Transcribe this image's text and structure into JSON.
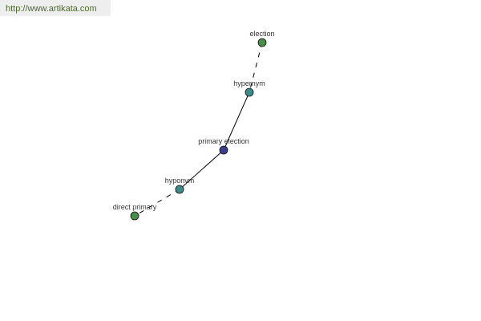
{
  "watermark": "http://www.artikata.com",
  "nodes": [
    {
      "id": "election",
      "label": "election",
      "color": "#4a8c4a"
    },
    {
      "id": "hypernym",
      "label": "hypernym",
      "color": "#3d8a8a"
    },
    {
      "id": "primary",
      "label": "primary election",
      "color": "#3a3f8c"
    },
    {
      "id": "hyponym",
      "label": "hyponym",
      "color": "#3d8a8a"
    },
    {
      "id": "direct",
      "label": "direct primary",
      "color": "#4a8c4a"
    }
  ],
  "edges": [
    {
      "from": "election",
      "to": "hypernym",
      "style": "dashed"
    },
    {
      "from": "hypernym",
      "to": "primary",
      "style": "solid"
    },
    {
      "from": "primary",
      "to": "hyponym",
      "style": "solid"
    },
    {
      "from": "hyponym",
      "to": "direct",
      "style": "dashed"
    }
  ]
}
